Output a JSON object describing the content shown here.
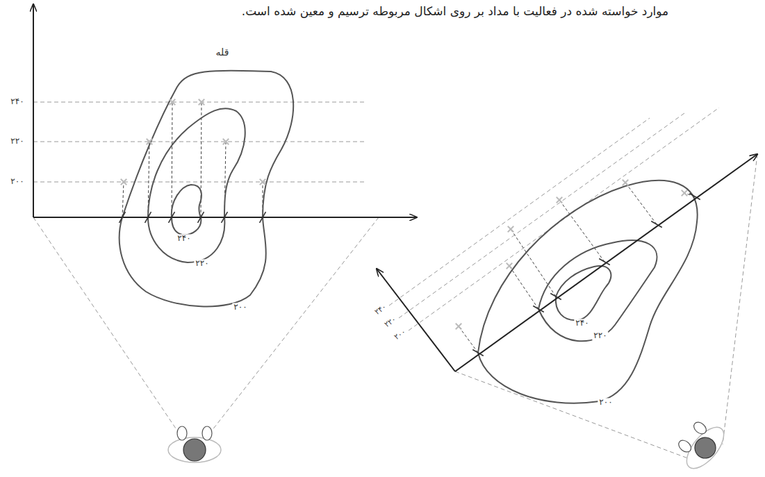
{
  "diagram": {
    "title": "موارد خواسته شده در فعالیت با مداد بر روی اشکال مربوطه ترسیم و معین شده است.",
    "labels": [
      "قله",
      "۲۴۰",
      "۲۲۰",
      "۲۰۰",
      "۲۴۰",
      "۲۲۰",
      "۲۰۰",
      "۲۴۰",
      "۲۲۰",
      "۲۰۰",
      "۲۴۰",
      "۲۲۰",
      "۲۰۰"
    ]
  }
}
